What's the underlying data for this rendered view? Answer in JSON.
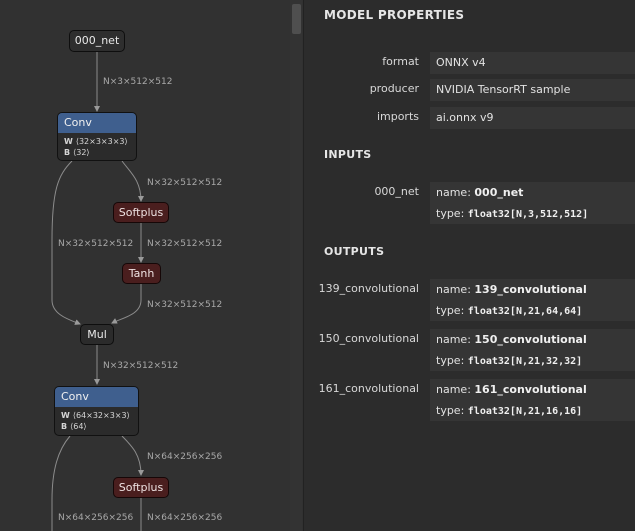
{
  "graph": {
    "input_node": "000_net",
    "edges": {
      "e1": "N×3×512×512",
      "e2": "N×32×512×512",
      "e3": "N×32×512×512",
      "e4": "N×32×512×512",
      "e5": "N×32×512×512",
      "e6": "N×32×512×512",
      "e7": "N×64×256×256",
      "e8": "N×64×256×256",
      "e9": "N×64×256×256"
    },
    "conv1": {
      "label": "Conv",
      "w_key": "W",
      "w_val": "⟨32×3×3×3⟩",
      "b_key": "B",
      "b_val": "⟨32⟩"
    },
    "softplus1": "Softplus",
    "tanh1": "Tanh",
    "mul1": "Mul",
    "conv2": {
      "label": "Conv",
      "w_key": "W",
      "w_val": "⟨64×32×3×3⟩",
      "b_key": "B",
      "b_val": "⟨64⟩"
    },
    "softplus2": "Softplus"
  },
  "sidebar": {
    "title": "MODEL PROPERTIES",
    "properties": {
      "format": {
        "name": "format",
        "value": "ONNX v4"
      },
      "producer": {
        "name": "producer",
        "value": "NVIDIA TensorRT sample"
      },
      "imports": {
        "name": "imports",
        "value": "ai.onnx v9"
      }
    },
    "inputs_header": "INPUTS",
    "inputs": [
      {
        "label": "000_net",
        "name_key": "name:",
        "name": "000_net",
        "type_key": "type:",
        "type": "float32[N,3,512,512]"
      }
    ],
    "outputs_header": "OUTPUTS",
    "outputs": [
      {
        "label": "139_convolutional",
        "name_key": "name:",
        "name": "139_convolutional",
        "type_key": "type:",
        "type": "float32[N,21,64,64]"
      },
      {
        "label": "150_convolutional",
        "name_key": "name:",
        "name": "150_convolutional",
        "type_key": "type:",
        "type": "float32[N,21,32,32]"
      },
      {
        "label": "161_convolutional",
        "name_key": "name:",
        "name": "161_convolutional",
        "type_key": "type:",
        "type": "float32[N,21,16,16]"
      }
    ]
  }
}
